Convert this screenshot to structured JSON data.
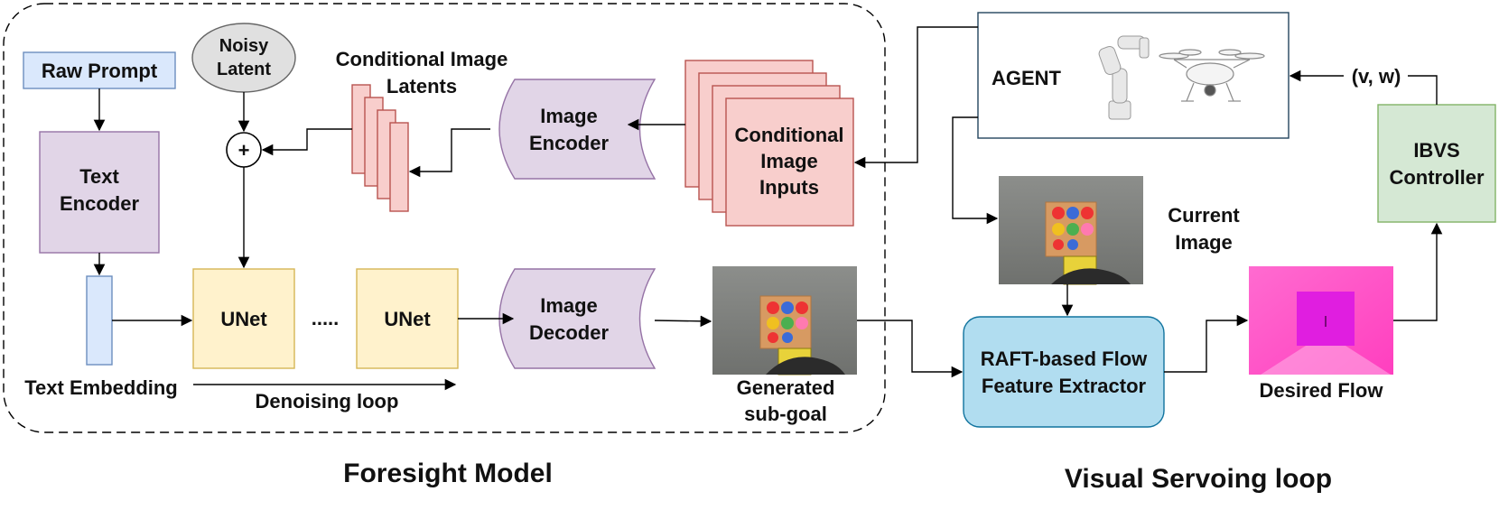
{
  "foresight": {
    "title": "Foresight Model",
    "raw_prompt": "Raw Prompt",
    "noisy_latent": [
      "Noisy",
      "Latent"
    ],
    "cond_latents_label": [
      "Conditional Image",
      "Latents"
    ],
    "text_encoder": [
      "Text",
      "Encoder"
    ],
    "image_encoder": [
      "Image",
      "Encoder"
    ],
    "cond_inputs": [
      "Conditional",
      "Image",
      "Inputs"
    ],
    "text_embedding": "Text Embedding",
    "unet_1": "UNet",
    "unet_2": "UNet",
    "dots": ".....",
    "image_decoder": [
      "Image",
      "Decoder"
    ],
    "denoising_loop": "Denoising loop",
    "generated": [
      "Generated",
      "sub-goal"
    ],
    "plus": "+"
  },
  "servo": {
    "title": "Visual Servoing loop",
    "agent": "AGENT",
    "vw": "(v, w)",
    "ibvs": [
      "IBVS",
      "Controller"
    ],
    "current_image": [
      "Current",
      "Image"
    ],
    "raft": [
      "RAFT-based Flow",
      "Feature Extractor"
    ],
    "desired_flow": "Desired Flow"
  },
  "colors": {
    "blue_box": "#dae8fc",
    "purple_box": "#e1d5e7",
    "red_box": "#f8cecc",
    "yellow_box": "#fff2cc",
    "green_box": "#d5e8d4",
    "raft_box": "#b1ddf0",
    "flow_magenta": "#ff4fc4"
  }
}
